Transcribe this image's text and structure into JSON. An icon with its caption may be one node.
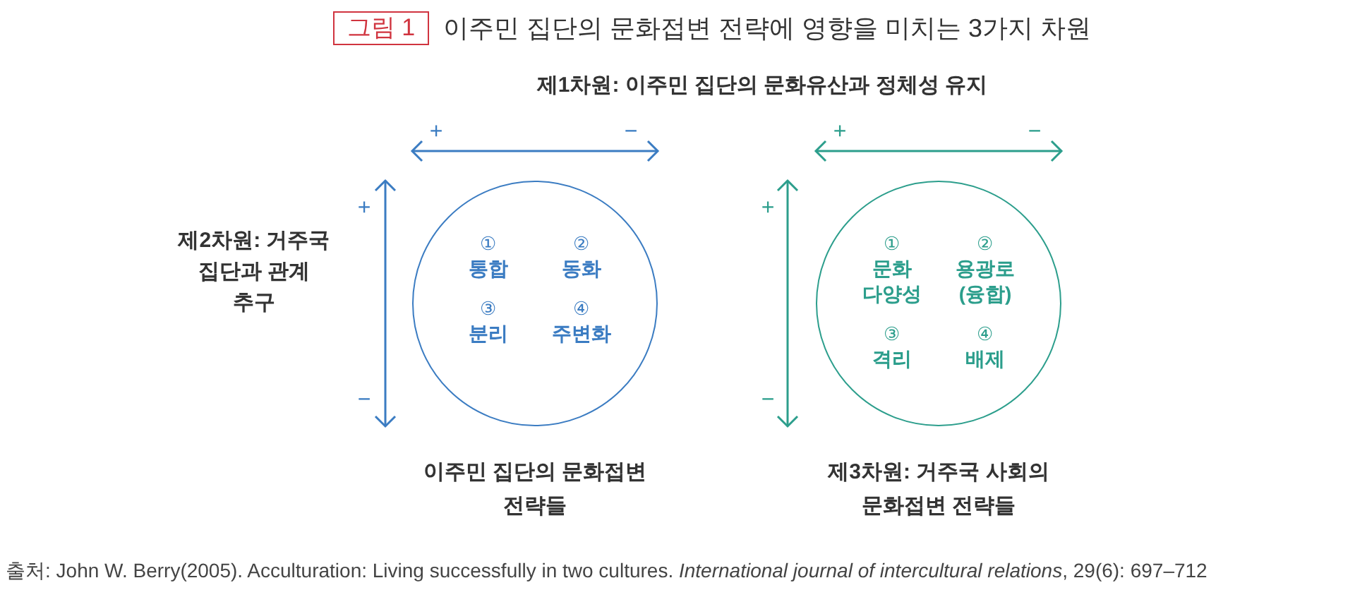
{
  "diagram": {
    "title": "이주민 집단의 문화접변 전략에 영향을 미치는 3가지 차원",
    "caption": "출처: John W. Berry(2005). Acculturation: Living successfully in two cultures. *International journal of intercultural relations*, 29(6): 697–712",
    "nodes": [
      {
        "text": [
          "①",
          "통합",
          "②",
          "동화",
          "③",
          "분리",
          "④",
          "주변화"
        ],
        "beside": [
          "이주민 집단의 문화접변 전략들"
        ]
      },
      {
        "text": [
          "①",
          "문화 다양성",
          "②",
          "용광로 (융합)",
          "③",
          "격리",
          "④",
          "배제"
        ],
        "beside": [
          "제3차원: 거주국 사회의 문화접변 전략들"
        ]
      }
    ],
    "edges": [],
    "labels": [
      "그림 1",
      "제1차원: 이주민 집단의 문화유산과 정체성 유지",
      "+",
      "−",
      "+",
      "−",
      "제2차원: 거주국 집단과 관계 추구",
      "+",
      "−",
      "+",
      "−"
    ]
  }
}
